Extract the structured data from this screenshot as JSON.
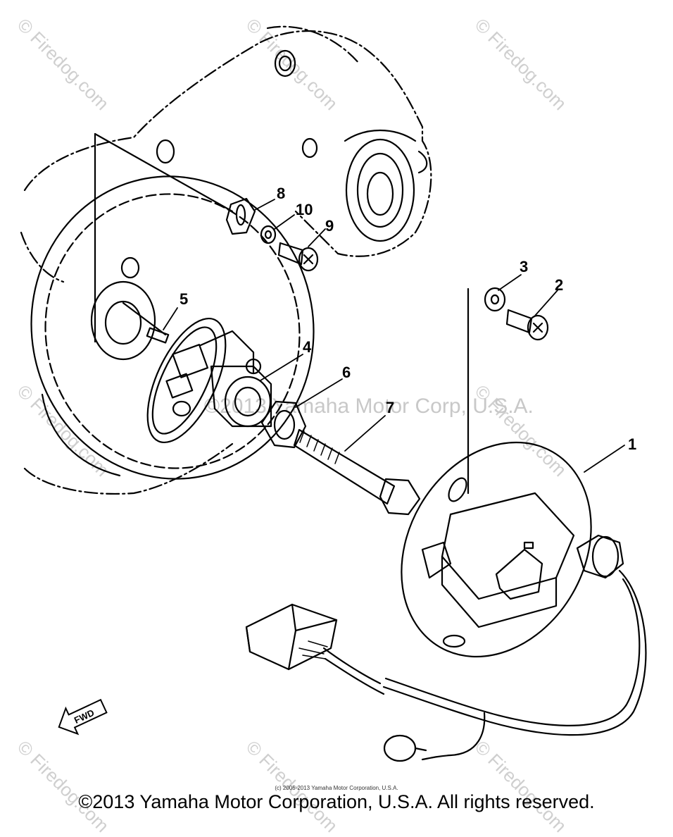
{
  "watermark": "© Firedog.com",
  "overlay_copyright": "©2013 Yamaha Motor Corp, U.S.A.",
  "part_labels": [
    "1",
    "2",
    "3",
    "4",
    "5",
    "6",
    "7",
    "8",
    "9",
    "10"
  ],
  "fwd_label": "FWD",
  "small_copyright": "(c) 2005-2013 Yamaha Motor Corporation, U.S.A.",
  "copyright": "©2013 Yamaha Motor Corporation, U.S.A. All rights reserved.",
  "colors": {
    "line": "#000000",
    "watermark": "#cfcfcf"
  }
}
